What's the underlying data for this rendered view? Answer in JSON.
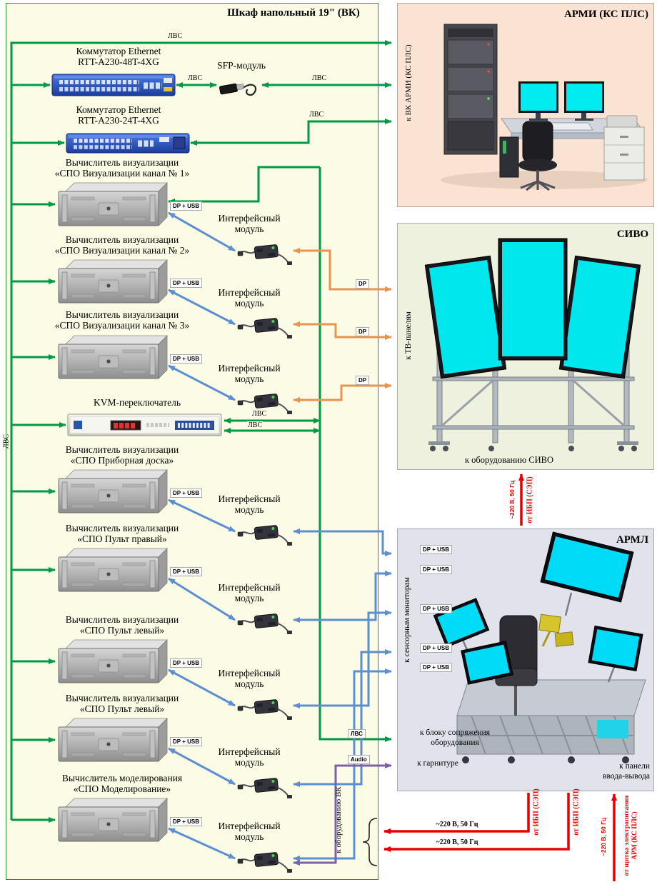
{
  "cabinet": {
    "title": "Шкаф напольный 19\" (ВК)",
    "switch48": {
      "line1": "Коммутатор Ethernet",
      "line2": "RTT-A230-48T-4XG"
    },
    "switch24": {
      "line1": "Коммутатор Ethernet",
      "line2": "RTT-A230-24T-4XG"
    },
    "sfp_label": "SFP-модуль",
    "kvm_label": "KVM-переключатель",
    "if_module": {
      "line1": "Интерфейсный",
      "line2": "модуль"
    },
    "computers": [
      {
        "line1": "Вычислитель визуализации",
        "line2": "«СПО Визуализации канал № 1»"
      },
      {
        "line1": "Вычислитель визуализации",
        "line2": "«СПО Визуализации канал № 2»"
      },
      {
        "line1": "Вычислитель визуализации",
        "line2": "«СПО Визуализации канал № 3»"
      },
      {
        "line1": "Вычислитель визуализации",
        "line2": "«СПО Приборная доска»"
      },
      {
        "line1": "Вычислитель визуализации",
        "line2": "«СПО Пульт правый»"
      },
      {
        "line1": "Вычислитель визуализации",
        "line2": "«СПО Пульт левый»"
      },
      {
        "line1": "Вычислитель визуализации",
        "line2": "«СПО Пульт левый»"
      },
      {
        "line1": "Вычислитель моделирования",
        "line2": "«СПО Моделирование»"
      }
    ]
  },
  "armi": {
    "title": "АРМИ (КС ПЛС)",
    "port_label": "к ВК АРМИ (КС ПЛС)"
  },
  "sivo": {
    "title": "СИВО",
    "port_label": "к ТВ-панелям",
    "bottom_label": "к оборудованию СИВО"
  },
  "arml": {
    "title": "АРМЛ",
    "port_label": "к сенсорным мониторам",
    "coupling_label_1": "к блоку сопряжения",
    "coupling_label_2": "оборудования",
    "headset_label": "к гарнитуре",
    "io_label_1": "к панели",
    "io_label_2": "ввода-вывода"
  },
  "links": {
    "lan": "ЛВС",
    "dp_usb": "DP + USB",
    "dp": "DP",
    "audio": "Audio"
  },
  "power": {
    "mains": "~220 В, 50 Гц",
    "from_ups": "от ИБП (СЭП)",
    "from_panel_1": "от щитка электропитания",
    "from_panel_2": "АРМ (КС ПЛС)",
    "to_vk": "к оборудованию ВК"
  },
  "colors": {
    "lan": "#009a44",
    "dp_usb": "#5b8fd0",
    "dp": "#e8944e",
    "audio": "#7b62a8",
    "power": "#e50000"
  }
}
